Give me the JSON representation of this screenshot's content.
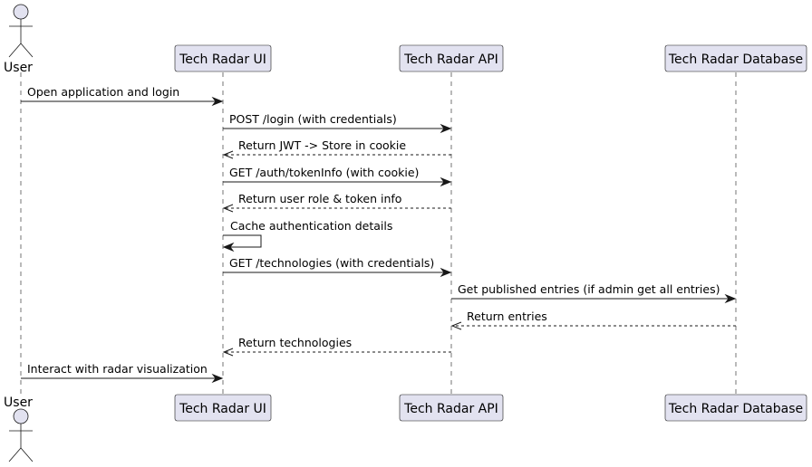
{
  "participants": [
    {
      "id": "user",
      "kind": "actor",
      "label": "User"
    },
    {
      "id": "ui",
      "kind": "participant",
      "label": "Tech Radar UI"
    },
    {
      "id": "api",
      "kind": "participant",
      "label": "Tech Radar API"
    },
    {
      "id": "db",
      "kind": "participant",
      "label": "Tech Radar Database"
    }
  ],
  "messages": [
    {
      "from": "user",
      "to": "ui",
      "label": "Open application and login",
      "style": "solid"
    },
    {
      "from": "ui",
      "to": "api",
      "label": "POST /login (with credentials)",
      "style": "solid"
    },
    {
      "from": "api",
      "to": "ui",
      "label": "Return JWT -> Store in cookie",
      "style": "dashed"
    },
    {
      "from": "ui",
      "to": "api",
      "label": "GET /auth/tokenInfo (with cookie)",
      "style": "solid"
    },
    {
      "from": "api",
      "to": "ui",
      "label": "Return user role & token info",
      "style": "dashed"
    },
    {
      "from": "ui",
      "to": "ui",
      "label": "Cache authentication details",
      "style": "solid"
    },
    {
      "from": "ui",
      "to": "api",
      "label": "GET /technologies (with credentials)",
      "style": "solid"
    },
    {
      "from": "api",
      "to": "db",
      "label": "Get published entries (if admin get all entries)",
      "style": "solid"
    },
    {
      "from": "db",
      "to": "api",
      "label": "Return entries",
      "style": "dashed"
    },
    {
      "from": "api",
      "to": "ui",
      "label": "Return technologies",
      "style": "dashed"
    },
    {
      "from": "user",
      "to": "ui",
      "label": "Interact with radar visualization",
      "style": "solid"
    }
  ]
}
